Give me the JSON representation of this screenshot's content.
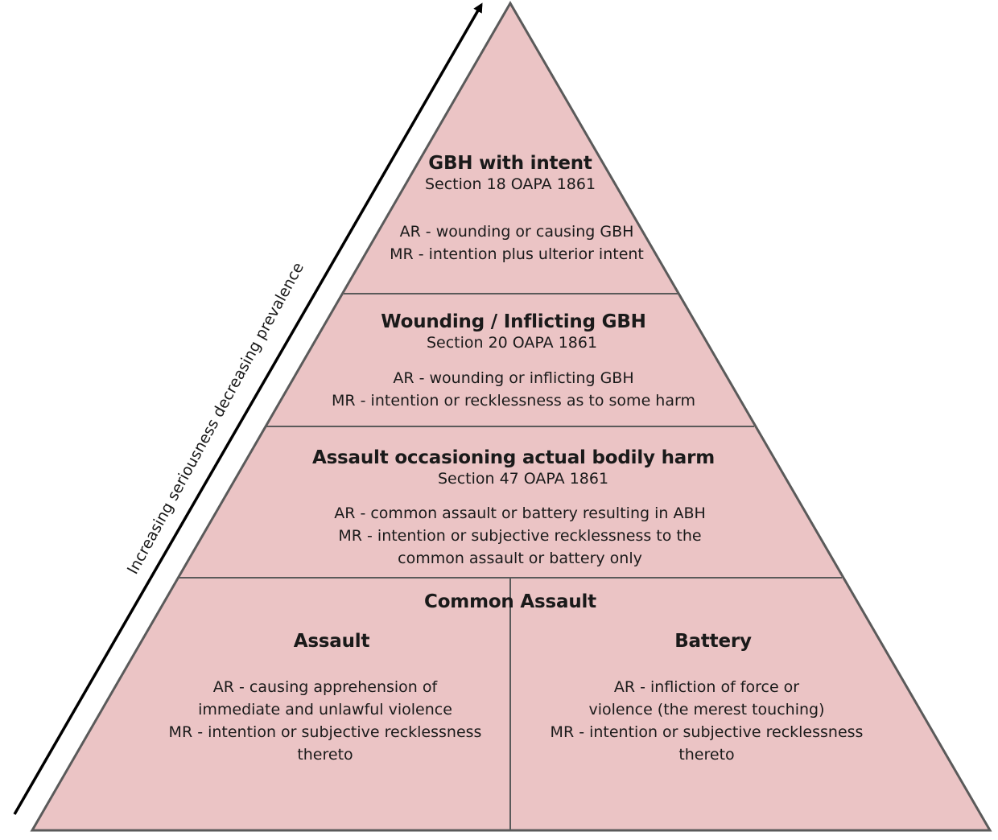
{
  "colors": {
    "fill": "#ebc4c5",
    "stroke": "#5a5a5a",
    "arrow": "#000000"
  },
  "axis": {
    "label": "Increasing seriousness decreasing prevalence"
  },
  "levels": {
    "gbh_intent": {
      "title": "GBH with intent",
      "section": "Section 18 OAPA 1861",
      "lines": [
        "AR - wounding or causing GBH",
        "MR - intention plus ulterior intent"
      ]
    },
    "wounding": {
      "title": "Wounding / Inflicting GBH",
      "section": "Section 20 OAPA 1861",
      "lines": [
        "AR - wounding or inflicting GBH",
        "MR - intention or recklessness as to some harm"
      ]
    },
    "abh": {
      "title": "Assault occasioning actual bodily harm",
      "section": "Section 47 OAPA 1861",
      "lines": [
        "AR - common assault or battery resulting in ABH",
        "MR - intention or subjective recklessness to the",
        "common assault or battery only"
      ]
    },
    "common": {
      "title": "Common Assault",
      "assault": {
        "title": "Assault",
        "lines": [
          "AR - causing apprehension of",
          "immediate and unlawful violence",
          "MR - intention or subjective recklessness",
          "thereto"
        ]
      },
      "battery": {
        "title": "Battery",
        "lines": [
          "AR - infliction of force or",
          "violence (the merest touching)",
          "MR - intention or subjective recklessness",
          "thereto"
        ]
      }
    }
  }
}
